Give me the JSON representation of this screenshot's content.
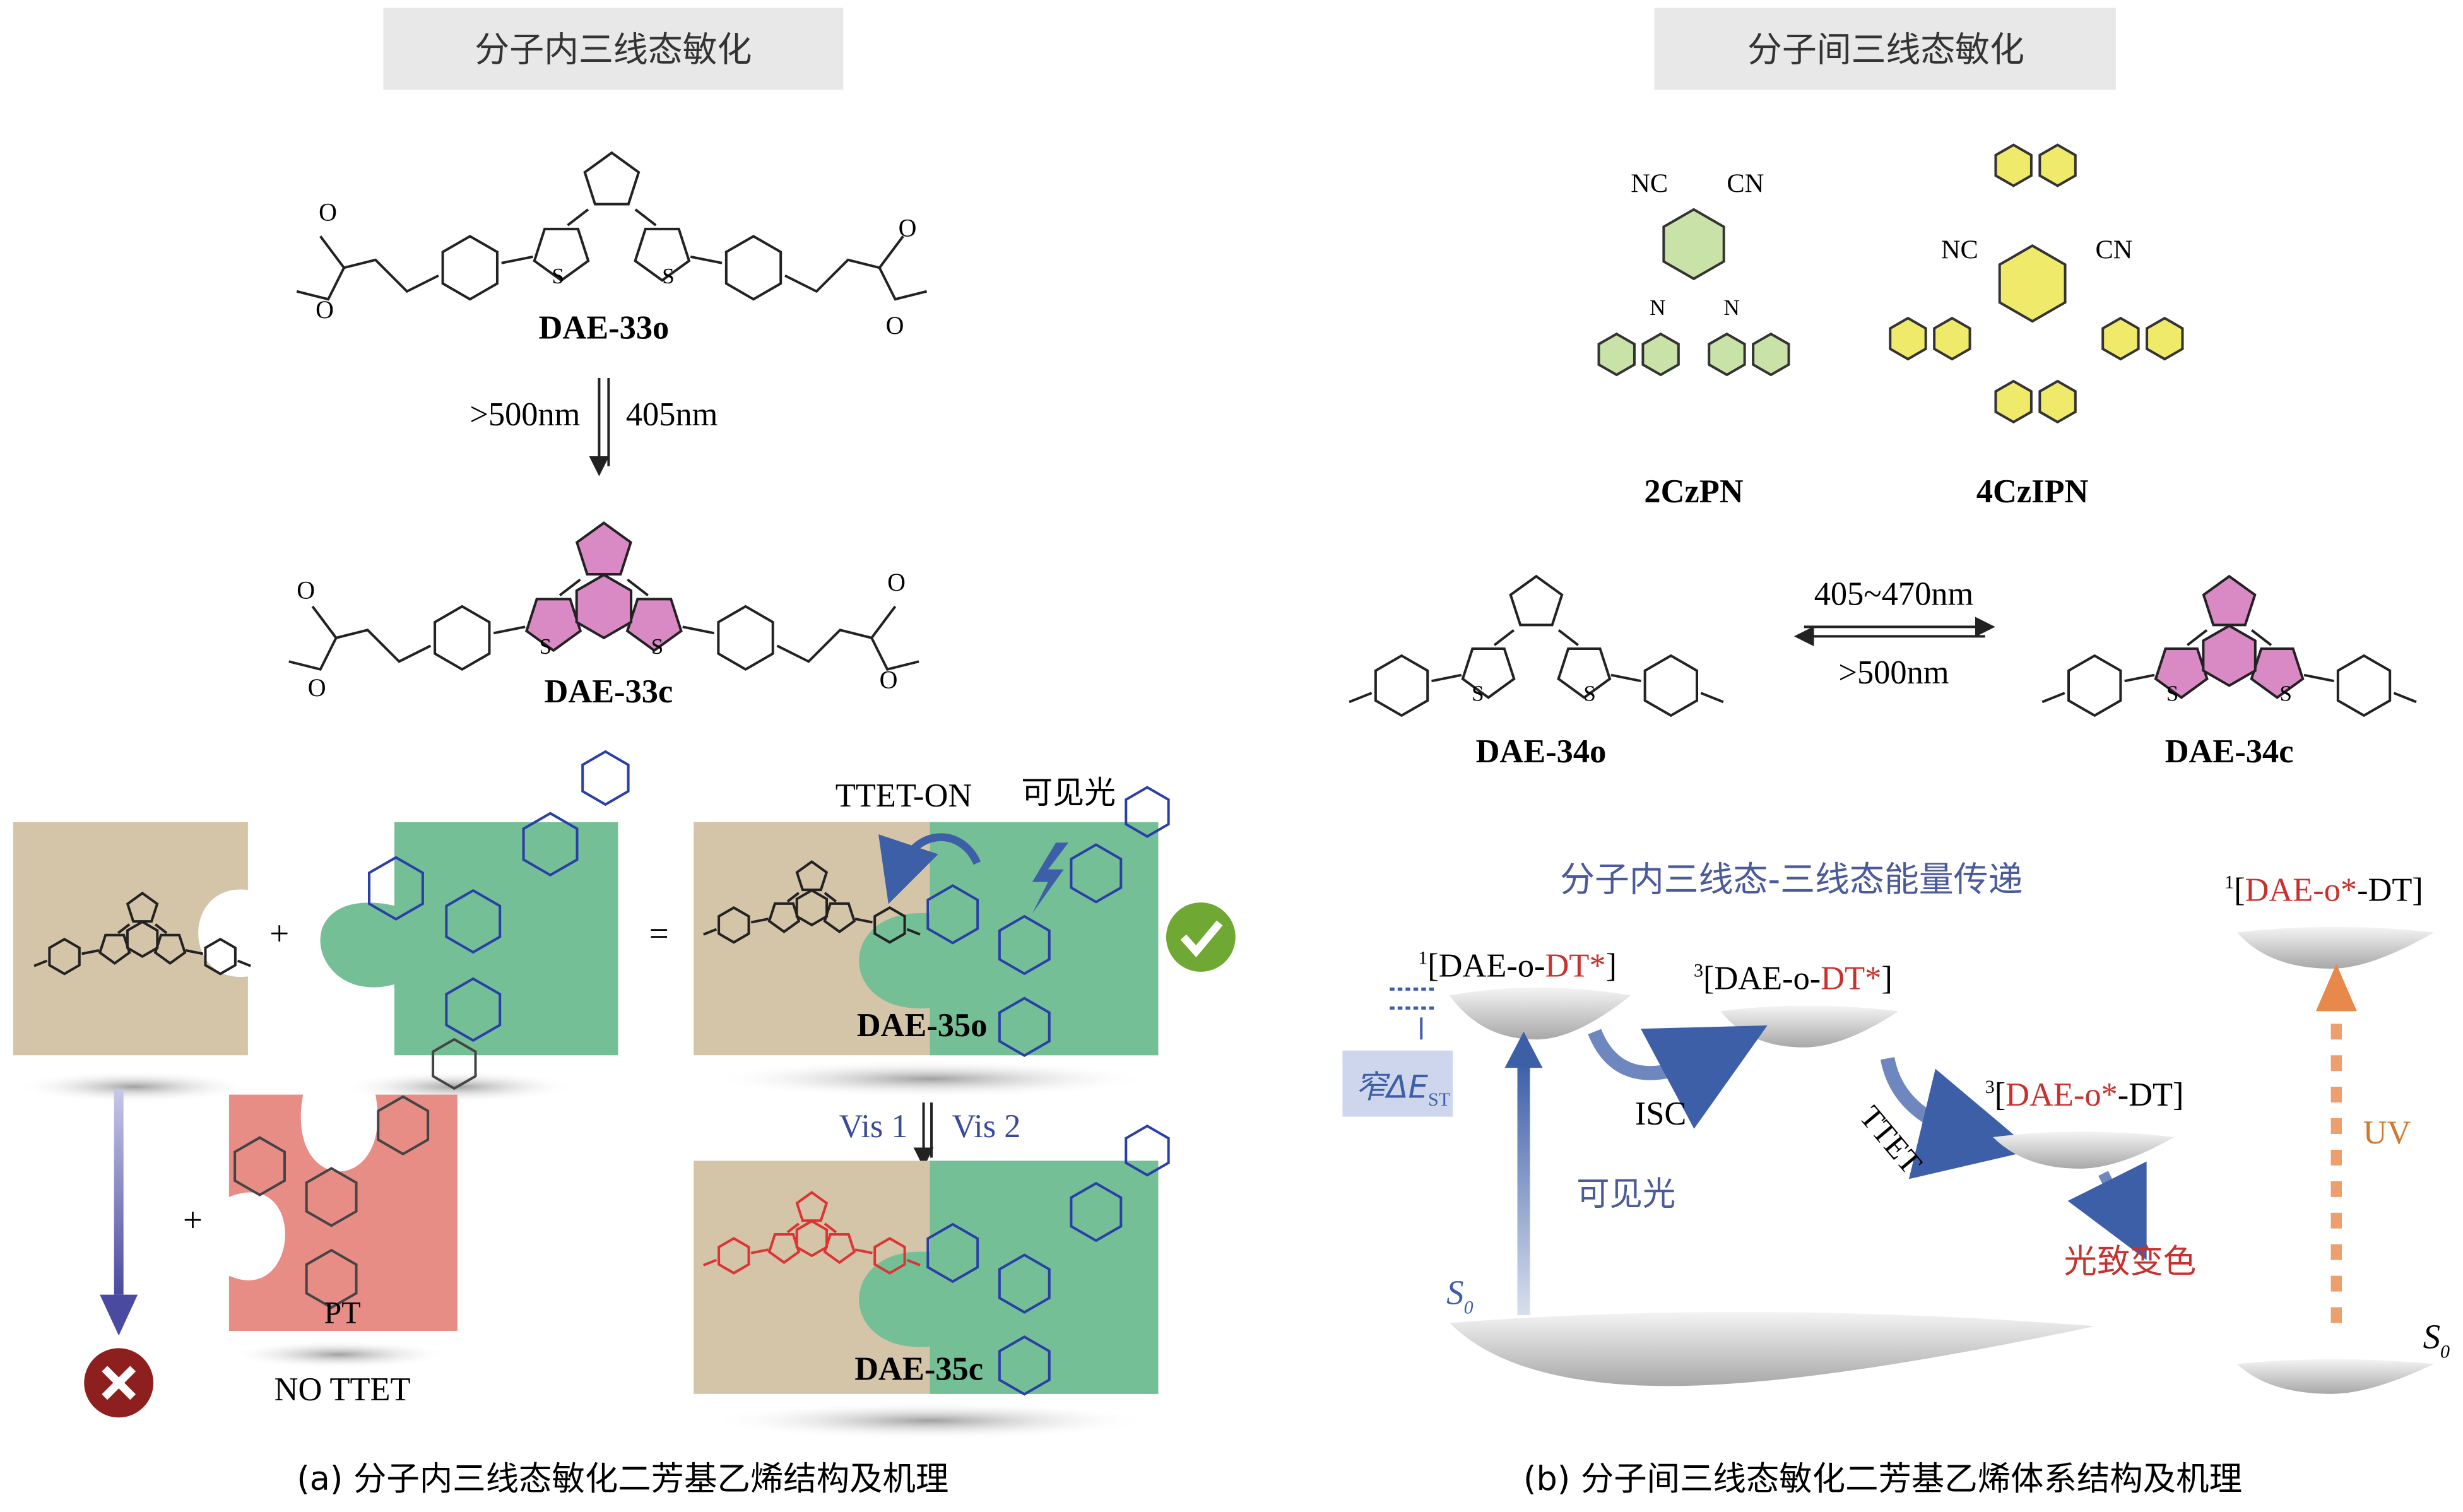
{
  "panel_a": {
    "header": "分子内三线态敏化",
    "dae33o": "DAE-33o",
    "dae33c": "DAE-33c",
    "forward_light": ">500nm",
    "backward_light": "405nm",
    "plus": "+",
    "equals": "=",
    "ttet_on": "TTET-ON",
    "visible_light": "可见光",
    "dae35o": "DAE-35o",
    "dae35c": "DAE-35c",
    "vis1": "Vis 1",
    "vis2": "Vis 2",
    "pt": "PT",
    "no_ttet": "NO TTET",
    "atom_o": "O",
    "atom_s": "S",
    "caption": "(a) 分子内三线态敏化二芳基乙烯结构及机理"
  },
  "panel_b": {
    "header": "分子间三线态敏化",
    "sensitizer1": "2CzPN",
    "sensitizer2": "4CzIPN",
    "nc": "NC",
    "cn": "CN",
    "n": "N",
    "dae34o": "DAE-34o",
    "dae34c": "DAE-34c",
    "forward_light": "405~470nm",
    "backward_light": ">500nm",
    "energy_title": "分子内三线态-三线态能量传递",
    "s1_state": {
      "prefix": "1",
      "black": "[DAE-o-",
      "red": "DT*",
      "end": "]"
    },
    "t1_state": {
      "prefix": "3",
      "black": "[DAE-o-",
      "red": "DT*",
      "end": "]"
    },
    "t_dae_state": {
      "prefix": "3",
      "open": "[",
      "red": "DAE-o*",
      "end": "-DT]"
    },
    "s1_dae_state": {
      "prefix": "1",
      "open": "[",
      "red": "DAE-o*",
      "end": "-DT]"
    },
    "narrow_gap": "窄ΔE",
    "narrow_gap_sub": "ST",
    "isc": "ISC",
    "ttet": "TTET",
    "visible_light": "可见光",
    "photochromism": "光致变色",
    "uv": "UV",
    "s0": "S",
    "s0_sub": "0",
    "caption": "(b) 分子间三线态敏化二芳基乙烯体系结构及机理"
  },
  "colors": {
    "beige": "#d4c4a8",
    "green": "#74bf96",
    "pink": "#e88c86",
    "magenta": "#d98ac4",
    "blue": "#3d5fa8",
    "red": "#c8312d",
    "orange": "#e8884a"
  }
}
